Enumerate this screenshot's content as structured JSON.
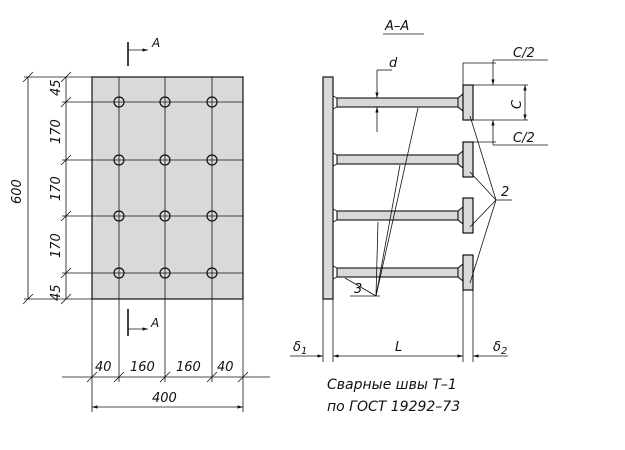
{
  "plan_view": {
    "section_mark_top": "A",
    "section_mark_bottom": "A",
    "height_total": "600",
    "vertical_dims": [
      "45",
      "170",
      "170",
      "170",
      "45"
    ],
    "horizontal_dims": [
      "40",
      "160",
      "160",
      "40"
    ],
    "width_total": "400"
  },
  "section_view": {
    "title": "А–А",
    "label_d": "d",
    "label_c_half_top": "C/2",
    "label_c": "C",
    "label_c_half_bottom": "C/2",
    "callout_2": "2",
    "callout_3": "3",
    "label_delta1": "δ",
    "label_delta1_sub": "1",
    "label_L": "L",
    "label_delta2": "δ",
    "label_delta2_sub": "2"
  },
  "note": {
    "line1": "Сварные швы Т–1",
    "line2": "по ГОСТ 19292–73"
  }
}
